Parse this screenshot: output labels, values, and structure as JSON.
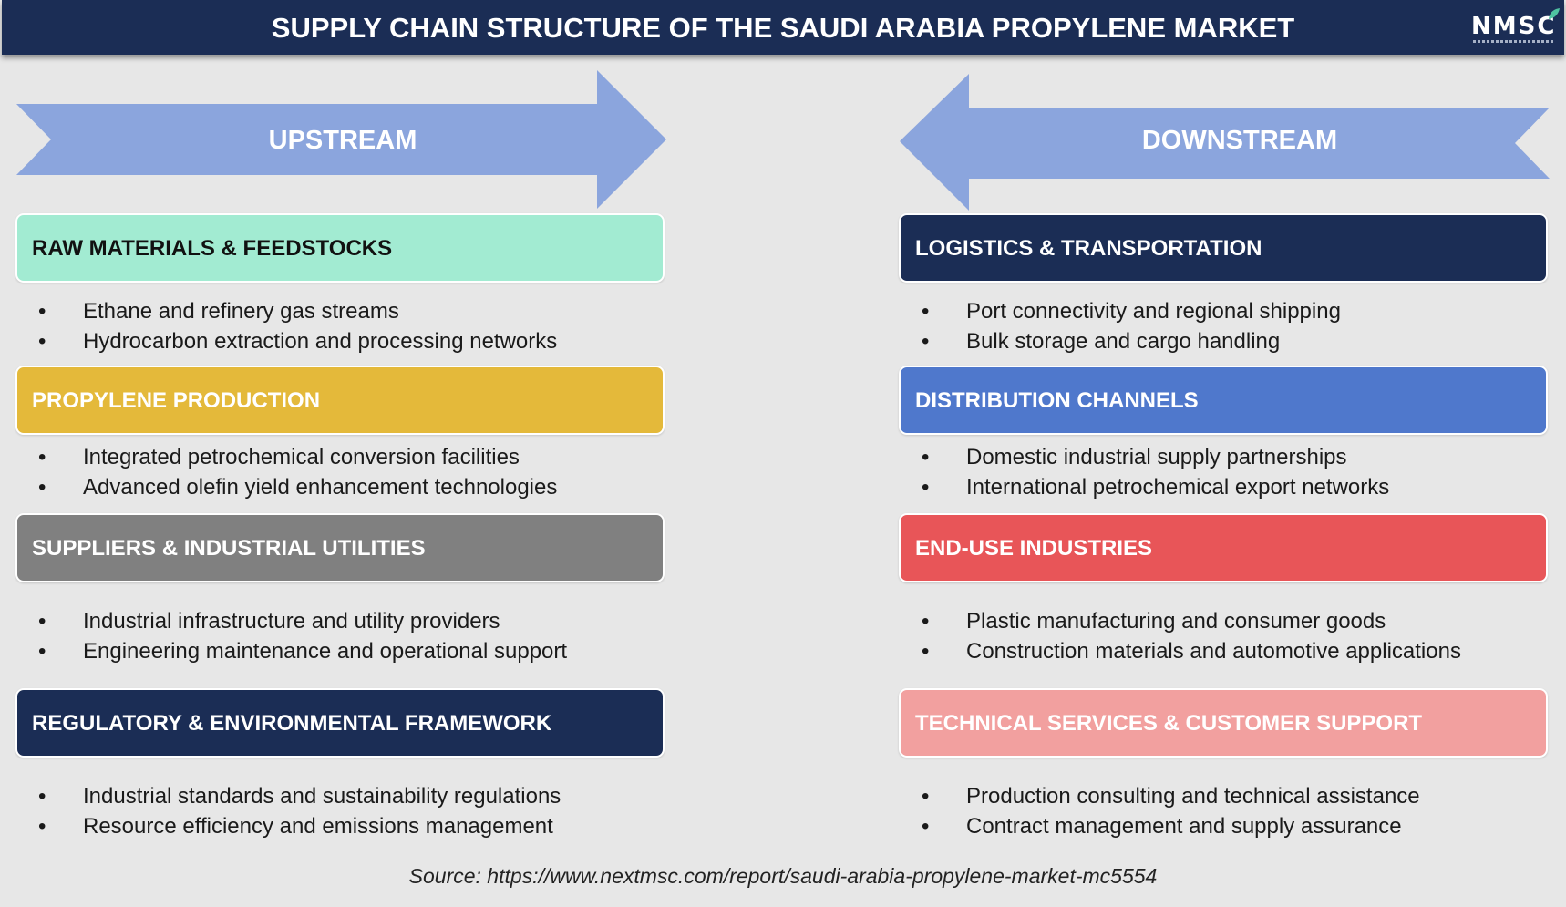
{
  "header": {
    "title": "SUPPLY CHAIN STRUCTURE OF THE SAUDI ARABIA PROPYLENE MARKET",
    "logo_text": "NMSC",
    "background": "#1b2d55"
  },
  "arrows": {
    "upstream_label": "UPSTREAM",
    "downstream_label": "DOWNSTREAM",
    "color": "#8ba5dd"
  },
  "upstream": [
    {
      "title": "RAW MATERIALS & FEEDSTOCKS",
      "color": "#a2ebd2",
      "text_color": "#111111",
      "bullets": [
        "Ethane and refinery gas streams",
        "Hydrocarbon extraction and processing networks"
      ]
    },
    {
      "title": "PROPYLENE PRODUCTION",
      "color": "#e4b93a",
      "text_color": "#ffffff",
      "bullets": [
        "Integrated petrochemical conversion facilities",
        "Advanced olefin yield enhancement technologies"
      ]
    },
    {
      "title": "SUPPLIERS & INDUSTRIAL UTILITIES",
      "color": "#808080",
      "text_color": "#ffffff",
      "bullets": [
        "Industrial infrastructure and utility providers",
        "Engineering maintenance and operational support"
      ]
    },
    {
      "title": "REGULATORY & ENVIRONMENTAL FRAMEWORK",
      "color": "#1b2d55",
      "text_color": "#ffffff",
      "bullets": [
        "Industrial standards and sustainability regulations",
        "Resource efficiency and emissions management"
      ]
    }
  ],
  "downstream": [
    {
      "title": "LOGISTICS & TRANSPORTATION",
      "color": "#1b2d55",
      "text_color": "#ffffff",
      "bullets": [
        "Port connectivity and regional shipping",
        "Bulk storage and cargo handling"
      ]
    },
    {
      "title": "DISTRIBUTION CHANNELS",
      "color": "#4f78cc",
      "text_color": "#ffffff",
      "bullets": [
        "Domestic industrial supply partnerships",
        "International petrochemical export networks"
      ]
    },
    {
      "title": "END-USE INDUSTRIES",
      "color": "#e85558",
      "text_color": "#ffffff",
      "bullets": [
        "Plastic manufacturing and consumer goods",
        "Construction materials and automotive applications"
      ]
    },
    {
      "title": "TECHNICAL SERVICES & CUSTOMER SUPPORT",
      "color": "#f2a09f",
      "text_color": "#ffffff",
      "bullets": [
        "Production consulting and technical assistance",
        "Contract management and supply assurance"
      ]
    }
  ],
  "footer": {
    "source": "Source: https://www.nextmsc.com/report/saudi-arabia-propylene-market-mc5554"
  }
}
